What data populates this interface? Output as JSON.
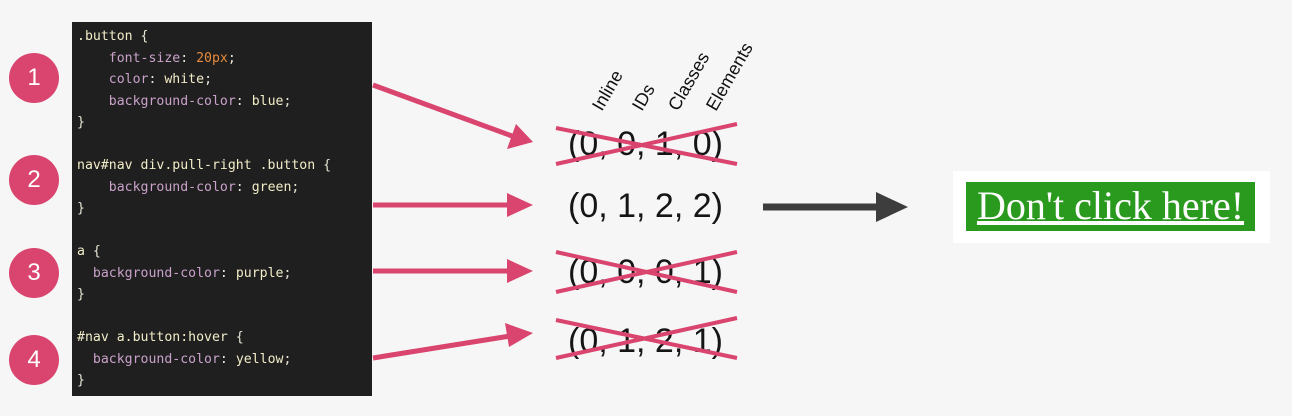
{
  "colors": {
    "accent": "#d9456e",
    "code_background": "#1f1f1f",
    "main_arrow": "#3d3d3d",
    "result_button": "#2a9a1f"
  },
  "rules": [
    {
      "number": "1",
      "lines": [
        [
          {
            "t": ".button",
            "c": "sel"
          },
          {
            "t": " {",
            "c": "punc"
          }
        ],
        [
          {
            "t": "    font-size",
            "c": "prop"
          },
          {
            "t": ": ",
            "c": "punc"
          },
          {
            "t": "20px",
            "c": "num"
          },
          {
            "t": ";",
            "c": "punc"
          }
        ],
        [
          {
            "t": "    color",
            "c": "prop"
          },
          {
            "t": ": ",
            "c": "punc"
          },
          {
            "t": "white",
            "c": "kw"
          },
          {
            "t": ";",
            "c": "punc"
          }
        ],
        [
          {
            "t": "    background-color",
            "c": "prop"
          },
          {
            "t": ": ",
            "c": "punc"
          },
          {
            "t": "blue",
            "c": "kw"
          },
          {
            "t": ";",
            "c": "punc"
          }
        ],
        [
          {
            "t": "}",
            "c": "punc"
          }
        ]
      ],
      "specificity": "(0, 0, 1, 0)",
      "crossed": true
    },
    {
      "number": "2",
      "lines": [
        [
          {
            "t": "nav#nav div.pull-right .button",
            "c": "sel"
          },
          {
            "t": " {",
            "c": "punc"
          }
        ],
        [
          {
            "t": "    background-color",
            "c": "prop"
          },
          {
            "t": ": ",
            "c": "punc"
          },
          {
            "t": "green",
            "c": "kw"
          },
          {
            "t": ";",
            "c": "punc"
          }
        ],
        [
          {
            "t": "}",
            "c": "punc"
          }
        ]
      ],
      "specificity": "(0, 1, 2, 2)",
      "crossed": false
    },
    {
      "number": "3",
      "lines": [
        [
          {
            "t": "a",
            "c": "sel"
          },
          {
            "t": " {",
            "c": "punc"
          }
        ],
        [
          {
            "t": "  background-color",
            "c": "prop"
          },
          {
            "t": ": ",
            "c": "punc"
          },
          {
            "t": "purple",
            "c": "kw"
          },
          {
            "t": ";",
            "c": "punc"
          }
        ],
        [
          {
            "t": "}",
            "c": "punc"
          }
        ]
      ],
      "specificity": "(0, 0, 0, 1)",
      "crossed": true
    },
    {
      "number": "4",
      "lines": [
        [
          {
            "t": "#nav a.button:hover",
            "c": "sel"
          },
          {
            "t": " {",
            "c": "punc"
          }
        ],
        [
          {
            "t": "  background-color",
            "c": "prop"
          },
          {
            "t": ": ",
            "c": "punc"
          },
          {
            "t": "yellow",
            "c": "kw"
          },
          {
            "t": ";",
            "c": "punc"
          }
        ],
        [
          {
            "t": "}",
            "c": "punc"
          }
        ]
      ],
      "specificity": "(0, 1, 2, 1)",
      "crossed": true
    }
  ],
  "column_headers": [
    "Inline",
    "IDs",
    "Classes",
    "Elements"
  ],
  "result": {
    "label": "Don't click here!"
  }
}
